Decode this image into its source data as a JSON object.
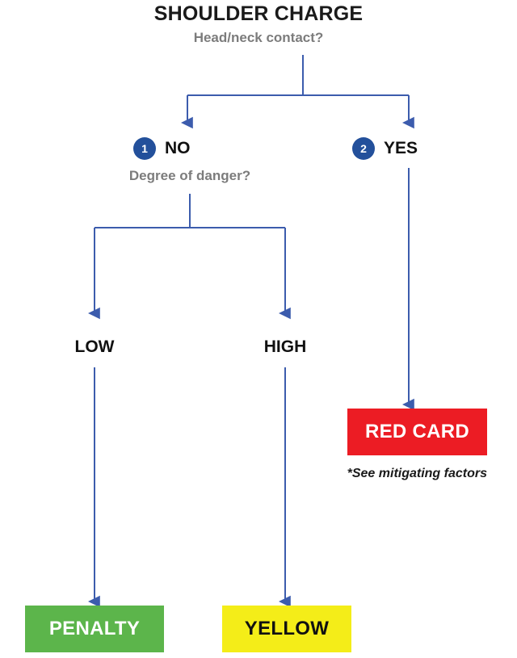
{
  "header": {
    "title": "SHOULDER CHARGE",
    "question": "Head/neck contact?"
  },
  "branches": [
    {
      "number": "1",
      "label": "NO",
      "question": "Degree of danger?"
    },
    {
      "number": "2",
      "label": "YES",
      "question": ""
    }
  ],
  "levels": [
    {
      "label": "LOW"
    },
    {
      "label": "HIGH"
    }
  ],
  "outcomes": [
    {
      "id": "red",
      "label": "RED CARD",
      "bg": "#EC1C24",
      "fg": "#FFFFFF"
    },
    {
      "id": "green",
      "label": "PENALTY",
      "bg": "#5CB54B",
      "fg": "#FFFFFF"
    },
    {
      "id": "yellow",
      "label": "YELLOW",
      "bg": "#F4ED18",
      "fg": "#111111"
    }
  ],
  "footnote": "*See mitigating factors",
  "colors": {
    "connector": "#3C5CAD",
    "badge": "#23509B",
    "muted_text": "#7C7C7C",
    "primary_text": "#111111",
    "background": "#FFFFFF"
  },
  "chart_data": {
    "type": "flowchart",
    "title": "SHOULDER CHARGE",
    "root_question": "Head/neck contact?",
    "nodes": [
      {
        "id": "root",
        "text": "SHOULDER CHARGE / Head/neck contact?",
        "kind": "root"
      },
      {
        "id": "no",
        "text": "NO",
        "kind": "decision",
        "badge": "1",
        "sub": "Degree of danger?"
      },
      {
        "id": "yes",
        "text": "YES",
        "kind": "decision",
        "badge": "2",
        "sub": ""
      },
      {
        "id": "low",
        "text": "LOW",
        "kind": "level"
      },
      {
        "id": "high",
        "text": "HIGH",
        "kind": "level"
      },
      {
        "id": "red",
        "text": "RED CARD",
        "kind": "outcome",
        "color": "#EC1C24"
      },
      {
        "id": "penalty",
        "text": "PENALTY",
        "kind": "outcome",
        "color": "#5CB54B"
      },
      {
        "id": "yellow",
        "text": "YELLOW",
        "kind": "outcome",
        "color": "#F4ED18"
      }
    ],
    "edges": [
      {
        "from": "root",
        "to": "no"
      },
      {
        "from": "root",
        "to": "yes"
      },
      {
        "from": "no",
        "to": "low"
      },
      {
        "from": "no",
        "to": "high"
      },
      {
        "from": "yes",
        "to": "red"
      },
      {
        "from": "low",
        "to": "penalty"
      },
      {
        "from": "high",
        "to": "yellow"
      }
    ]
  }
}
